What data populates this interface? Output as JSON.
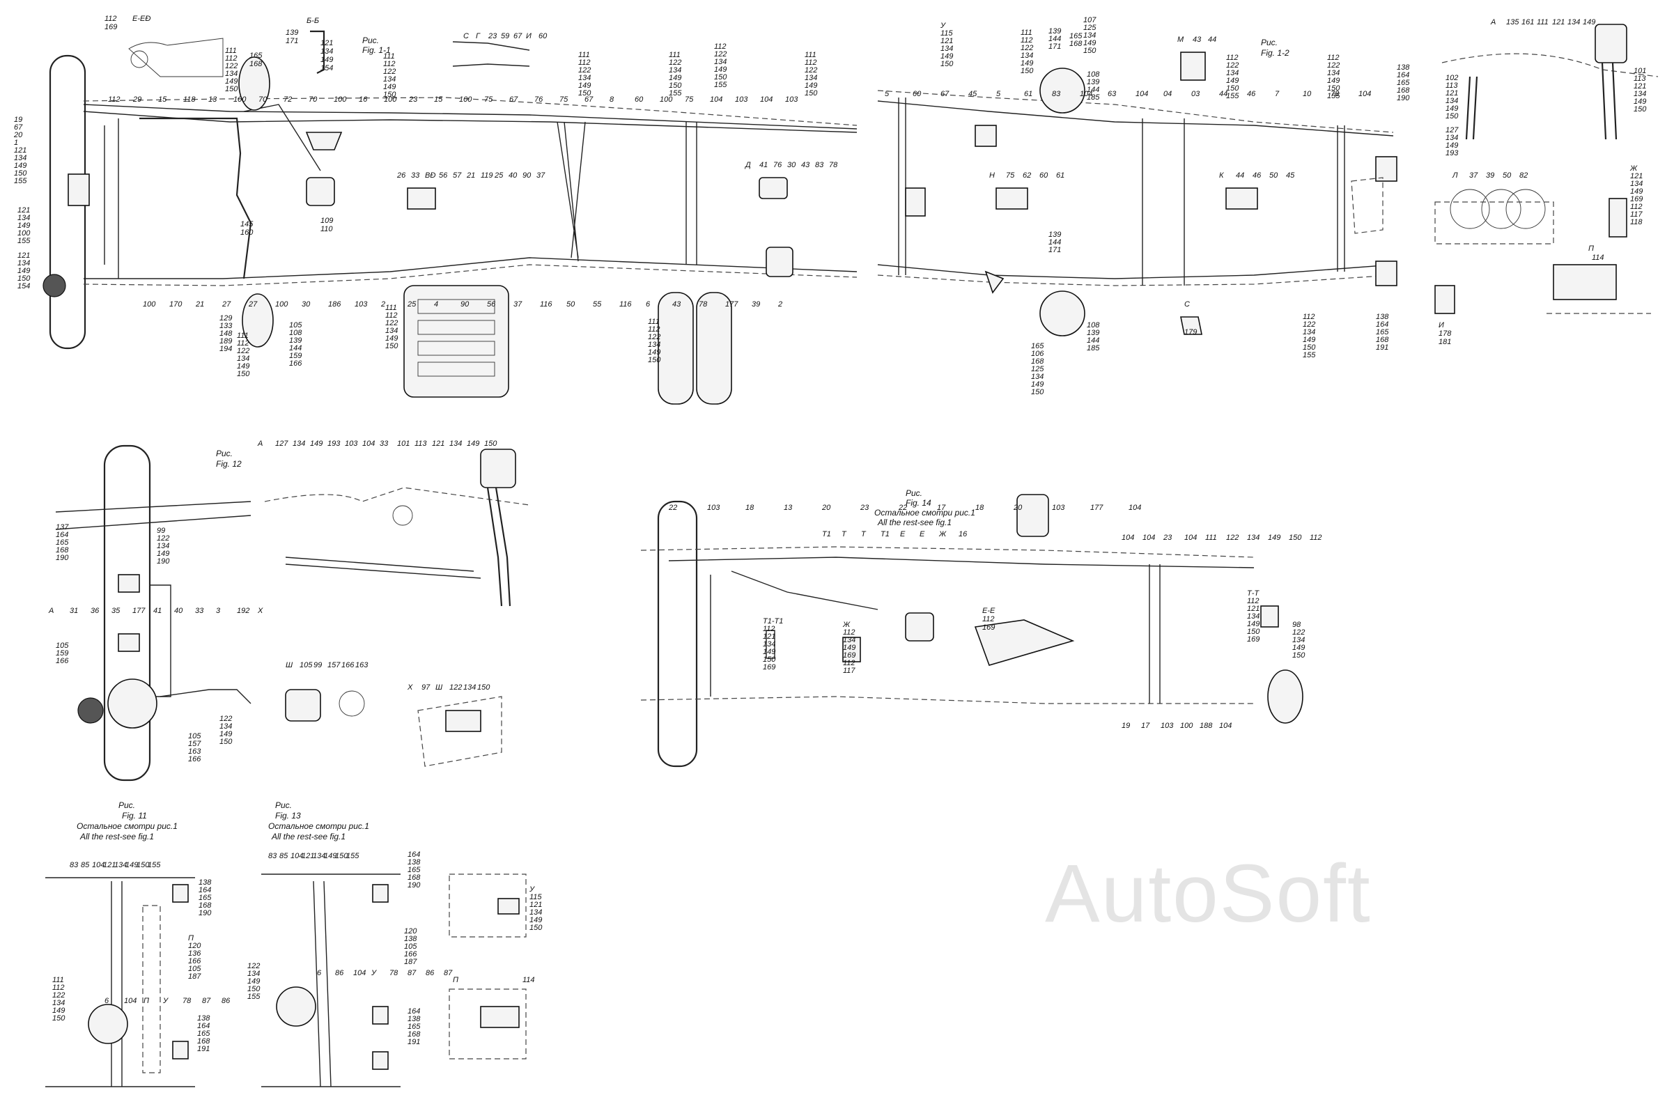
{
  "captions": {
    "fig1_1": [
      "Рис.",
      "Fig. 1-1"
    ],
    "fig1_2": [
      "Рис.",
      "Fig. 1-2"
    ],
    "fig11": [
      "Рис.",
      "Fig. 11",
      "Остальное смотри рис.1",
      "All the rest-see fig.1"
    ],
    "fig12": [
      "Рис.",
      "Fig. 12"
    ],
    "fig13": [
      "Рис.",
      "Fig. 13",
      "Остальное смотри рис.1",
      "All the rest-see fig.1"
    ],
    "fig14": [
      "Рис.",
      "Fig. 14",
      "Остальное смотри рис.1",
      "All the rest-see fig.1"
    ]
  },
  "watermark": "AutoSoft",
  "callouts": [
    {
      "id": "f1-ee",
      "text": [
        "Е-ЕÐ"
      ]
    },
    {
      "id": "f1-112-169",
      "text": [
        "112",
        "169"
      ]
    },
    {
      "id": "f1-bb",
      "text": [
        "Б-Б"
      ]
    },
    {
      "id": "f1-121-134",
      "text": [
        "121",
        "134",
        "149",
        "154"
      ]
    },
    {
      "id": "f1-165",
      "text": [
        "165",
        "168"
      ]
    },
    {
      "id": "f1-139-171",
      "text": [
        "139",
        "171"
      ]
    },
    {
      "id": "f1-112-150",
      "text": [
        "111",
        "112",
        "122",
        "134",
        "149",
        "150"
      ]
    },
    {
      "id": "f1-gi",
      "text": [
        "С",
        "Г",
        "23",
        "59",
        "67",
        "И",
        "60"
      ]
    },
    {
      "id": "f1-mid1",
      "text": [
        "111",
        "112",
        "122",
        "134",
        "149",
        "150"
      ]
    },
    {
      "id": "f1-mid2",
      "text": [
        "111",
        "112",
        "122",
        "134",
        "149",
        "150"
      ]
    },
    {
      "id": "f1-mid3",
      "text": [
        "111",
        "122",
        "134",
        "149",
        "150",
        "155"
      ]
    },
    {
      "id": "f1-mid4",
      "text": [
        "112",
        "122",
        "134",
        "149",
        "150",
        "155"
      ]
    },
    {
      "id": "f1-mid5",
      "text": [
        "111",
        "112",
        "122",
        "134",
        "149",
        "150"
      ]
    },
    {
      "id": "f1-left-a",
      "text": [
        "19",
        "67",
        "20",
        "1",
        "121",
        "134",
        "149",
        "150",
        "155"
      ]
    },
    {
      "id": "f1-left-b",
      "text": [
        "121",
        "134",
        "149",
        "100",
        "155"
      ]
    },
    {
      "id": "f1-left-c",
      "text": [
        "121",
        "134",
        "149",
        "150",
        "154"
      ]
    },
    {
      "id": "f1-vd",
      "text": [
        "26",
        "33",
        "ВÐ",
        "56",
        "57",
        "21",
        "119",
        "25",
        "40",
        "90",
        "37"
      ]
    },
    {
      "id": "f1-109",
      "text": [
        "109",
        "110"
      ]
    },
    {
      "id": "f1-145",
      "text": [
        "145",
        "160"
      ]
    },
    {
      "id": "f1-129",
      "text": [
        "129",
        "133",
        "148",
        "189",
        "194"
      ]
    },
    {
      "id": "f1-lower1",
      "text": [
        "111",
        "112",
        "122",
        "134",
        "149",
        "150"
      ]
    },
    {
      "id": "f1-lower2",
      "text": [
        "105",
        "108",
        "139",
        "144",
        "159",
        "166"
      ]
    },
    {
      "id": "f1-lower3",
      "text": [
        "111",
        "112",
        "122",
        "134",
        "149",
        "150"
      ]
    },
    {
      "id": "f1-lower4",
      "text": [
        "111",
        "112",
        "122",
        "134",
        "149",
        "150"
      ]
    },
    {
      "id": "f1-d",
      "text": [
        "Д",
        "41",
        "76",
        "30",
        "43",
        "83",
        "78"
      ]
    },
    {
      "id": "f1-topline",
      "text": [
        "112",
        "29",
        "15",
        "118",
        "13",
        "100",
        "70",
        "72",
        "70",
        "100",
        "16",
        "100",
        "23",
        "15",
        "100",
        "75",
        "67",
        "76",
        "75",
        "67",
        "8",
        "60",
        "100",
        "75",
        "104",
        "103",
        "104",
        "103"
      ]
    },
    {
      "id": "f1-botline",
      "text": [
        "100",
        "170",
        "21",
        "27",
        "27",
        "100",
        "30",
        "186",
        "103",
        "2",
        "25",
        "4",
        "90",
        "56",
        "37",
        "116",
        "50",
        "55",
        "116",
        "6",
        "43",
        "78",
        "177",
        "39",
        "2"
      ]
    },
    {
      "id": "f2-u",
      "text": [
        "У",
        "115",
        "121",
        "134",
        "149",
        "150"
      ]
    },
    {
      "id": "f2-top",
      "text": [
        "111",
        "112",
        "122",
        "134",
        "149",
        "150"
      ]
    },
    {
      "id": "f2-139",
      "text": [
        "139",
        "144",
        "171"
      ]
    },
    {
      "id": "f2-165",
      "text": [
        "165",
        "168"
      ]
    },
    {
      "id": "f2-107",
      "text": [
        "107",
        "125",
        "134",
        "149",
        "150"
      ]
    },
    {
      "id": "f2-m",
      "text": [
        "М",
        "43",
        "44"
      ]
    },
    {
      "id": "f2-112",
      "text": [
        "112",
        "122",
        "134",
        "149",
        "150",
        "155"
      ]
    },
    {
      "id": "f2-112b",
      "text": [
        "112",
        "122",
        "134",
        "149",
        "150",
        "155"
      ]
    },
    {
      "id": "f2-138",
      "text": [
        "138",
        "164",
        "165",
        "168",
        "190"
      ]
    },
    {
      "id": "f2-108",
      "text": [
        "108",
        "139",
        "144",
        "185"
      ]
    },
    {
      "id": "f2-n",
      "text": [
        "Н",
        "75",
        "62",
        "60",
        "61"
      ]
    },
    {
      "id": "f2-k",
      "text": [
        "К",
        "44",
        "46",
        "50",
        "45"
      ]
    },
    {
      "id": "f2-c",
      "text": [
        "С",
        "179"
      ]
    },
    {
      "id": "f2-bot1",
      "text": [
        "139",
        "144",
        "171"
      ]
    },
    {
      "id": "f2-bot2",
      "text": [
        "165",
        "106",
        "168",
        "125",
        "134",
        "149",
        "150"
      ]
    },
    {
      "id": "f2-bot3",
      "text": [
        "108",
        "139",
        "144",
        "185"
      ]
    },
    {
      "id": "f2-bot4",
      "text": [
        "112",
        "122",
        "134",
        "149",
        "150",
        "155"
      ]
    },
    {
      "id": "f2-bot5",
      "text": [
        "138",
        "164",
        "165",
        "168",
        "191"
      ]
    },
    {
      "id": "f2-line",
      "text": [
        "5",
        "60",
        "67",
        "45",
        "5",
        "61",
        "83",
        "104",
        "63",
        "104",
        "04",
        "03",
        "44",
        "46",
        "7",
        "10",
        "78",
        "104"
      ]
    },
    {
      "id": "fa-a",
      "text": [
        "А",
        "135",
        "161",
        "111",
        "121",
        "134",
        "149"
      ]
    },
    {
      "id": "fa-left",
      "text": [
        "102",
        "113",
        "121",
        "134",
        "149",
        "150"
      ]
    },
    {
      "id": "fa-left2",
      "text": [
        "127",
        "134",
        "149",
        "193"
      ]
    },
    {
      "id": "fa-right",
      "text": [
        "101",
        "113",
        "121",
        "134",
        "149",
        "150"
      ]
    },
    {
      "id": "fa-l",
      "text": [
        "Л",
        "37",
        "39",
        "50",
        "82"
      ]
    },
    {
      "id": "fa-zh",
      "text": [
        "Ж",
        "121",
        "134",
        "149",
        "169",
        "112",
        "117",
        "118"
      ]
    },
    {
      "id": "fa-i",
      "text": [
        "И",
        "178",
        "181"
      ]
    },
    {
      "id": "fa-p",
      "text": [
        "П",
        "114"
      ]
    },
    {
      "id": "f12-a",
      "text": [
        "137",
        "164",
        "165",
        "168",
        "190"
      ]
    },
    {
      "id": "f12-b",
      "text": [
        "99",
        "122",
        "134",
        "149",
        "190"
      ]
    },
    {
      "id": "f12-c",
      "text": [
        "105",
        "159",
        "166"
      ]
    },
    {
      "id": "f12-d",
      "text": [
        "122",
        "134",
        "149",
        "150"
      ]
    },
    {
      "id": "f12-e",
      "text": [
        "105",
        "157",
        "163",
        "166"
      ]
    },
    {
      "id": "f12-misc",
      "text": [
        "А",
        "31",
        "36",
        "35",
        "177",
        "41",
        "40",
        "33",
        "3",
        "192",
        "Х"
      ]
    },
    {
      "id": "f12-detail",
      "text": [
        "А",
        "127",
        "134",
        "149",
        "193",
        "103",
        "104",
        "33",
        "101",
        "113",
        "121",
        "134",
        "149",
        "150"
      ]
    },
    {
      "id": "f12-sh",
      "text": [
        "Ш",
        "105",
        "99",
        "157",
        "166",
        "163"
      ]
    },
    {
      "id": "f12-x",
      "text": [
        "Х",
        "97",
        "Ш",
        "122",
        "134",
        "150"
      ]
    },
    {
      "id": "f14-top",
      "text": [
        "22",
        "103",
        "18",
        "13",
        "20",
        "23",
        "22",
        "17",
        "18",
        "20",
        "103",
        "177",
        "104"
      ]
    },
    {
      "id": "f14-t",
      "text": [
        "Т1",
        "Т",
        "Т",
        "Т1",
        "Е",
        "Е",
        "Ж",
        "16"
      ]
    },
    {
      "id": "f14-t1",
      "text": [
        "Т1-Т1",
        "112",
        "121",
        "134",
        "149",
        "150",
        "169"
      ]
    },
    {
      "id": "f14-zh",
      "text": [
        "Ж",
        "112",
        "134",
        "149",
        "169",
        "112",
        "117"
      ]
    },
    {
      "id": "f14-ee",
      "text": [
        "Е-Е",
        "112",
        "169"
      ]
    },
    {
      "id": "f14-104",
      "text": [
        "104",
        "104",
        "23",
        "104",
        "111",
        "122",
        "134",
        "149",
        "150",
        "112"
      ]
    },
    {
      "id": "f14-tt",
      "text": [
        "Т-Т",
        "112",
        "121",
        "134",
        "149",
        "150",
        "169"
      ]
    },
    {
      "id": "f14-98",
      "text": [
        "98",
        "122",
        "134",
        "149",
        "150"
      ]
    },
    {
      "id": "f14-bot",
      "text": [
        "19",
        "17",
        "103",
        "100",
        "188",
        "104"
      ]
    },
    {
      "id": "f11-a",
      "text": [
        "83",
        "85",
        "104",
        "121",
        "134",
        "149",
        "150",
        "155"
      ]
    },
    {
      "id": "f11-b",
      "text": [
        "138",
        "164",
        "165",
        "168",
        "190"
      ]
    },
    {
      "id": "f11-c",
      "text": [
        "П",
        "120",
        "136",
        "166",
        "105",
        "187"
      ]
    },
    {
      "id": "f11-d",
      "text": [
        "111",
        "112",
        "122",
        "134",
        "149",
        "150"
      ]
    },
    {
      "id": "f11-e",
      "text": [
        "138",
        "164",
        "165",
        "168",
        "191"
      ]
    },
    {
      "id": "f11-f",
      "text": [
        "6",
        "104",
        "П",
        "У",
        "78",
        "87",
        "86"
      ]
    },
    {
      "id": "f13-a",
      "text": [
        "83",
        "85",
        "104",
        "121",
        "134",
        "149",
        "150",
        "155"
      ]
    },
    {
      "id": "f13-b",
      "text": [
        "164",
        "138",
        "165",
        "168",
        "190"
      ]
    },
    {
      "id": "f13-c",
      "text": [
        "120",
        "138",
        "105",
        "166",
        "187"
      ]
    },
    {
      "id": "f13-d",
      "text": [
        "122",
        "134",
        "149",
        "150",
        "155"
      ]
    },
    {
      "id": "f13-e",
      "text": [
        "164",
        "138",
        "165",
        "168",
        "191"
      ]
    },
    {
      "id": "f13-f",
      "text": [
        "6",
        "86",
        "104",
        "У",
        "78",
        "87",
        "86",
        "87"
      ]
    },
    {
      "id": "fu",
      "text": [
        "У",
        "115",
        "121",
        "134",
        "149",
        "150"
      ]
    },
    {
      "id": "fp",
      "text": [
        "П",
        "114"
      ]
    }
  ]
}
